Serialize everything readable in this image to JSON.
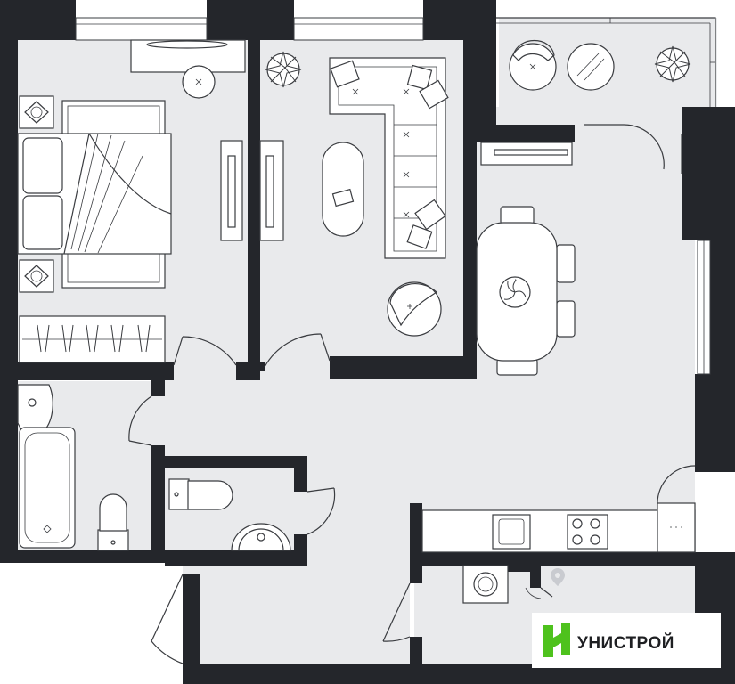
{
  "brand": {
    "name": "УНИСТРОЙ",
    "logo_icon": "unistroy-logo-icon",
    "accent_color": "#4ec21d",
    "text_color": "#1e1f22"
  },
  "colors": {
    "wall": "#24262b",
    "floor": "#e9eaec",
    "background": "#ffffff",
    "line": "#3a3c40"
  },
  "plan": {
    "rooms": [
      "bedroom",
      "living-room",
      "balcony",
      "kitchen-dining",
      "bathroom",
      "toilet",
      "hallway",
      "corridor"
    ]
  }
}
